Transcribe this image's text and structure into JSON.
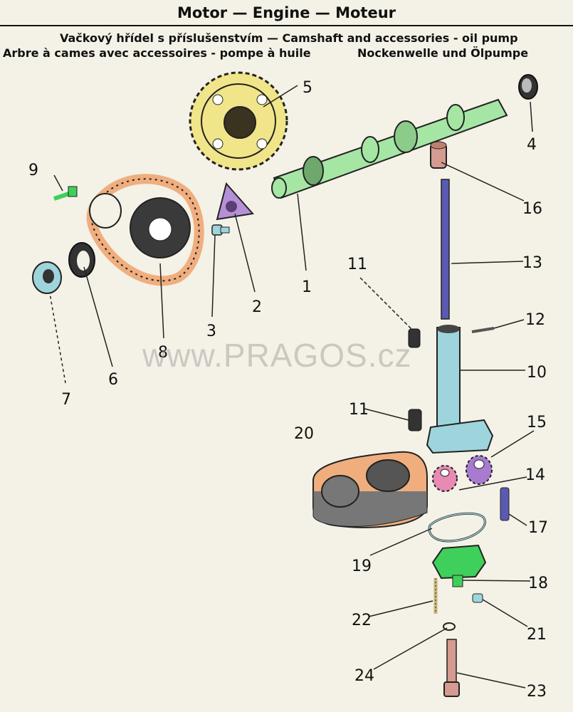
{
  "header": {
    "title": "Motor — Engine — Moteur",
    "subtitle_1": "Vačkový hřídel s příslušenstvím — Camshaft and accessories - oil pump",
    "subtitle_2": "Arbre à cames avec accessoires - pompe à huile",
    "subtitle_3": "Nockenwelle und Ölpumpe"
  },
  "watermark": "www.PRAGOS.cz",
  "part_numbers": {
    "p1": "1",
    "p2": "2",
    "p3": "3",
    "p4": "4",
    "p5": "5",
    "p6": "6",
    "p7": "7",
    "p8": "8",
    "p9": "9",
    "p10": "10",
    "p11a": "11",
    "p11b": "11",
    "p12": "12",
    "p13": "13",
    "p14": "14",
    "p15": "15",
    "p16": "16",
    "p17": "17",
    "p18": "18",
    "p19": "19",
    "p20": "20",
    "p21": "21",
    "p22": "22",
    "p23": "23",
    "p24": "24"
  },
  "colors": {
    "camshaft": "#a6e6a4",
    "sprocket": "#f1e58a",
    "chain": "#f0ae7e",
    "bracket": "#b690d6",
    "shaft": "#5a5ab0",
    "pump_body": "#9ed5dc",
    "gear_pink": "#e88ab4",
    "gear_purple": "#a87ad0",
    "filter": "#ef9f7a",
    "cover": "#3ed05a",
    "bolt": "#d59a90",
    "gasket": "#9ed5dc"
  }
}
